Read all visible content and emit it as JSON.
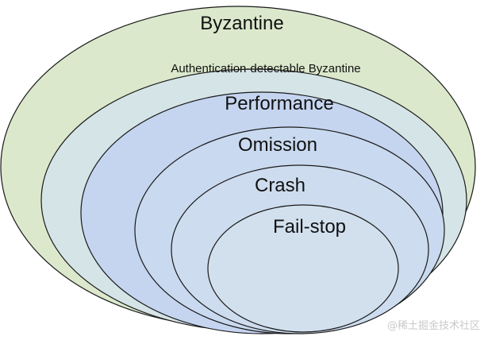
{
  "diagram": {
    "levels": [
      {
        "label": "Byzantine",
        "fill": "#dbe8cc"
      },
      {
        "label": "Authentication-detectable Byzantine",
        "fill": "#d5e4e6"
      },
      {
        "label": "Performance",
        "fill": "#c5d5f0"
      },
      {
        "label": "Omission",
        "fill": "#c9d9ef"
      },
      {
        "label": "Crash",
        "fill": "#cddcee"
      },
      {
        "label": "Fail-stop",
        "fill": "#d2e0ee"
      }
    ],
    "stroke": "#1a1a1a"
  },
  "watermark": "@稀土掘金技术社区"
}
